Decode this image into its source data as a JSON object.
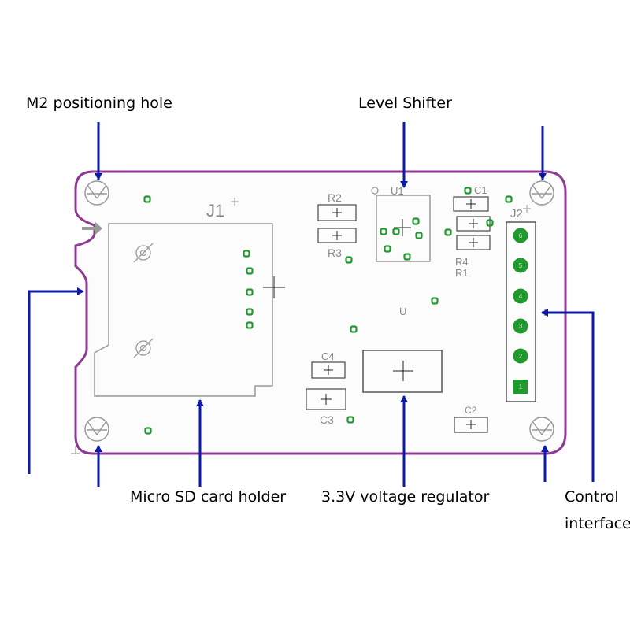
{
  "labels": {
    "m2_hole": "M2 positioning hole",
    "level_shifter": "Level Shifter",
    "sd_holder": "Micro SD card holder",
    "regulator": "3.3V voltage regulator",
    "control_line1": "Control",
    "control_line2": "interface"
  },
  "designators": {
    "j1": "J1",
    "j2": "J2",
    "u1": "U1",
    "u": "U",
    "r1": "R1",
    "r2": "R2",
    "r3": "R3",
    "r4": "R4",
    "c1": "C1",
    "c2": "C2",
    "c3": "C3",
    "c4": "C4"
  },
  "header_pins": [
    "6",
    "5",
    "4",
    "3",
    "2",
    "1"
  ],
  "colors": {
    "board_outline": "#8e3a94",
    "arrow": "#0d1aa8",
    "pad_green": "#1f9a2c",
    "silkscreen": "#8a8a8a",
    "drill_gray": "#9a9a9a"
  }
}
